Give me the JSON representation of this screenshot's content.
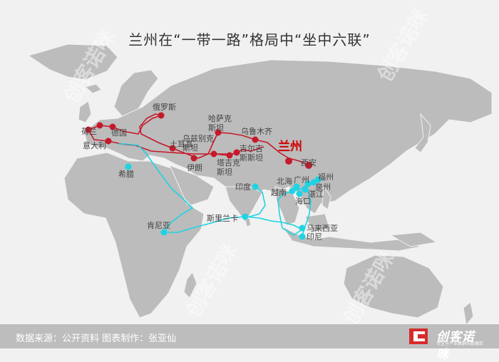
{
  "title": "兰州在“一带一路”格局中“坐中六联”",
  "footer": {
    "source": "数据来源：公开资料 图表制作：张亚仙"
  },
  "logo": {
    "name": "创客诺咪",
    "tagline": "专注于产业集群的数据库"
  },
  "watermark": "创客诺咪",
  "colors": {
    "land": "#bcbcbc",
    "sea": "#f1f1f1",
    "belt": "#c51a2b",
    "road": "#1ed3e3",
    "highlight": "#d00000"
  },
  "cities": [
    {
      "name": "兰州",
      "route": "belt",
      "highlight": true
    },
    {
      "name": "西安",
      "route": "belt"
    },
    {
      "name": "乌鲁木齐",
      "route": "belt"
    },
    {
      "name": "吉尔吉斯斯坦",
      "route": "belt"
    },
    {
      "name": "塔吉克斯坦",
      "route": "belt"
    },
    {
      "name": "乌兹别克斯坦",
      "route": "belt"
    },
    {
      "name": "哈萨克斯坦",
      "route": "belt"
    },
    {
      "name": "俄罗斯",
      "route": "belt"
    },
    {
      "name": "伊朗",
      "route": "belt"
    },
    {
      "name": "土耳其",
      "route": "belt"
    },
    {
      "name": "荷兰",
      "route": "belt"
    },
    {
      "name": "德国",
      "route": "belt"
    },
    {
      "name": "意大利",
      "route": "belt"
    },
    {
      "name": "希腊",
      "route": "road"
    },
    {
      "name": "肯尼亚",
      "route": "road"
    },
    {
      "name": "斯里兰卡",
      "route": "road"
    },
    {
      "name": "印度",
      "route": "road"
    },
    {
      "name": "马来西亚",
      "route": "road"
    },
    {
      "name": "印尼",
      "route": "road"
    },
    {
      "name": "越南",
      "route": "road"
    },
    {
      "name": "海口",
      "route": "road"
    },
    {
      "name": "湛江",
      "route": "road"
    },
    {
      "name": "北海",
      "route": "road"
    },
    {
      "name": "广州",
      "route": "road"
    },
    {
      "name": "泉州",
      "route": "road"
    },
    {
      "name": "福州",
      "route": "road"
    }
  ]
}
